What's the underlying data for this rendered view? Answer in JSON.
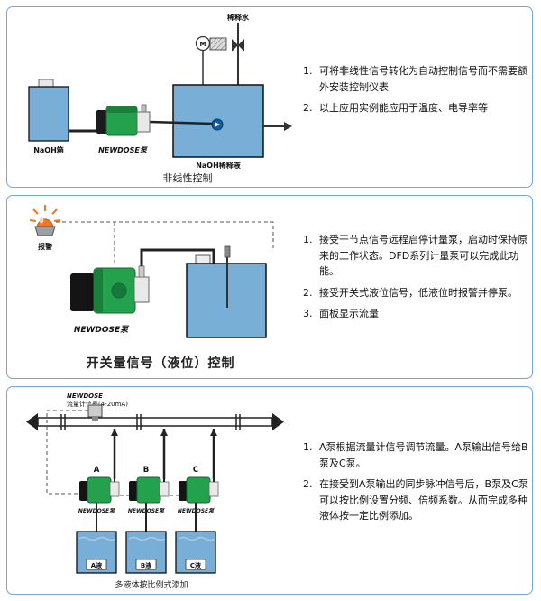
{
  "panel1": {
    "caption": "非线性控制",
    "labels": {
      "dilute_water": "稀释水",
      "motor": "M",
      "naoh_tank": "NaOH箱",
      "pump": "NEWDOSE泵",
      "big_tank": "NaOH稀释液"
    },
    "notes": [
      {
        "num": "1.",
        "text": "可将非线性信号转化为自动控制信号而不需要额外安装控制仪表"
      },
      {
        "num": "2.",
        "text": "以上应用实例能应用于温度、电导率等"
      }
    ]
  },
  "panel2": {
    "caption": "开关量信号（液位）控制",
    "labels": {
      "alarm": "报警",
      "pump": "NEWDOSE泵"
    },
    "notes": [
      {
        "num": "1.",
        "text": "接受干节点信号远程启停计量泵，启动时保持原来的工作状态。DFD系列计量泵可以完成此功能。"
      },
      {
        "num": "2.",
        "text": "接受开关式液位信号，低液位时报警并停泵。"
      },
      {
        "num": "3.",
        "text": "面板显示流量"
      }
    ]
  },
  "panel3": {
    "caption": "多液体按比例式添加",
    "labels": {
      "brand": "NEWDOSE",
      "flow_signal": "流量计信号(4-20mA)",
      "pump_a": "A",
      "pump_b": "B",
      "pump_c": "C",
      "pump_a_name": "NEWDOSE泵",
      "pump_b_name": "NEWDOSE泵",
      "pump_c_name": "NEWDOSE泵",
      "tank_a": "A液",
      "tank_b": "B液",
      "tank_c": "C液"
    },
    "notes": [
      {
        "num": "1.",
        "text": "A泵根据流量计信号调节流量。A泵输出信号给B泵及C泵。"
      },
      {
        "num": "2.",
        "text": "在接受到A泵输出的同步脉冲信号后，B泵及C泵可以按比例设置分频、倍频系数。从而完成多种液体按一定比例添加。"
      }
    ]
  }
}
